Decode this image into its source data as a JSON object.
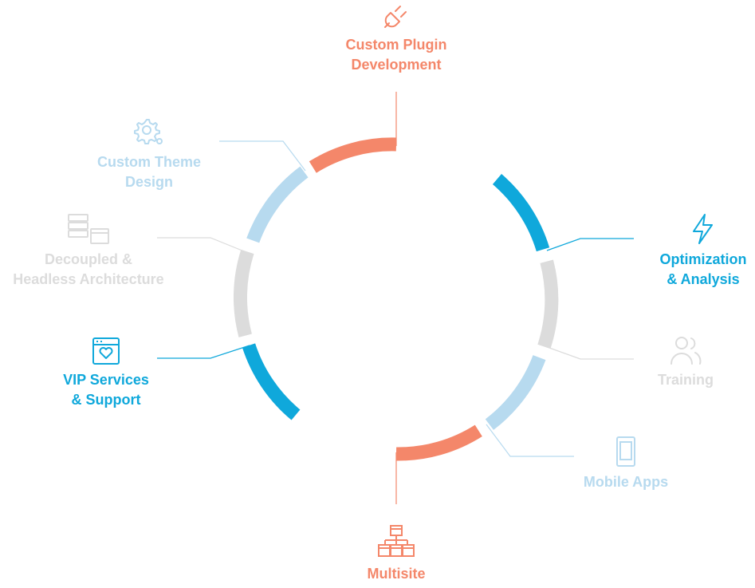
{
  "colors": {
    "orange": "#f4876a",
    "blue": "#0fa8db",
    "lightblue": "#b7daef",
    "gray": "#dcdcdc"
  },
  "services": {
    "plugin": {
      "line1": "Custom Plugin",
      "line2": "Development",
      "icon": "plug-icon",
      "color": "orange"
    },
    "optimization": {
      "line1": "Optimization",
      "line2": "& Analysis",
      "icon": "lightning-icon",
      "color": "blue"
    },
    "training": {
      "line1": "Training",
      "icon": "users-icon",
      "color": "gray"
    },
    "mobile": {
      "line1": "Mobile Apps",
      "icon": "phone-icon",
      "color": "lightblue"
    },
    "multisite": {
      "line1": "Multisite",
      "icon": "sitemap-icon",
      "color": "orange"
    },
    "vip": {
      "line1": "VIP Services",
      "line2": "& Support",
      "icon": "browser-heart-icon",
      "color": "blue"
    },
    "decoupled": {
      "line1": "Decoupled &",
      "line2": "Headless Architecture",
      "icon": "server-window-icon",
      "color": "gray"
    },
    "theme": {
      "line1": "Custom Theme",
      "line2": "Design",
      "icon": "gear-icon",
      "color": "lightblue"
    }
  }
}
